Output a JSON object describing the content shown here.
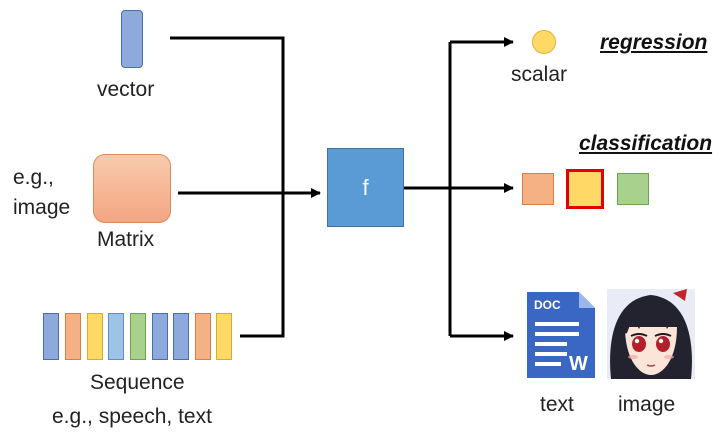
{
  "inputs": {
    "vector_label": "vector",
    "matrix_label": "Matrix",
    "matrix_note_line1": "e.g.,",
    "matrix_note_line2": "image",
    "sequence_label": "Sequence",
    "sequence_note": "e.g., speech, text"
  },
  "function_label": "f",
  "outputs": {
    "regression_title": "regression",
    "scalar_label": "scalar",
    "classification_title": "classification",
    "text_label": "text",
    "image_label": "image",
    "doc_icon_tag": "DOC",
    "doc_icon_letter": "W"
  },
  "colors": {
    "blue": "#8EA9DB",
    "orange": "#F4B183",
    "yellow": "#FFD966",
    "green": "#A9D18E",
    "light_blue": "#9DC3E6",
    "function_box": "#5B9BD5",
    "selected_border": "#E00000"
  },
  "sequence_colors": [
    "blue",
    "orange",
    "yellow",
    "light_blue",
    "green",
    "blue",
    "orange",
    "yellow"
  ]
}
